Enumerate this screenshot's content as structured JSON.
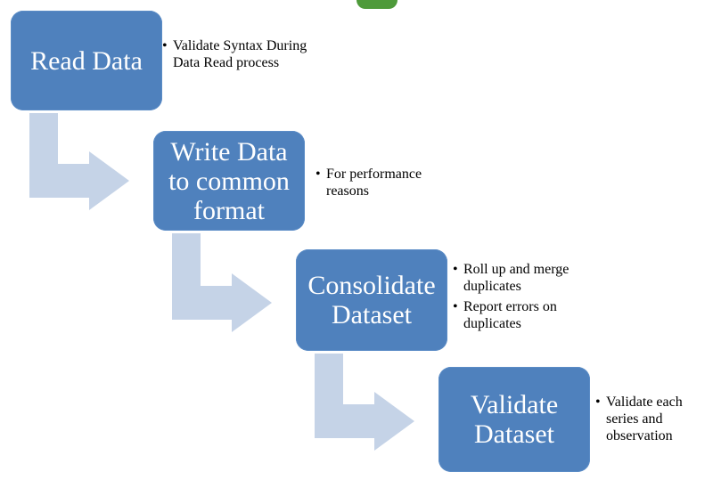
{
  "steps": [
    {
      "label": "Read Data",
      "notes": [
        "Validate Syntax During Data Read process"
      ]
    },
    {
      "label": "Write Data to common format",
      "notes": [
        "For performance reasons"
      ]
    },
    {
      "label": "Consolidate Dataset",
      "notes": [
        "Roll up and merge duplicates",
        "Report errors on duplicates"
      ]
    },
    {
      "label": "Validate Dataset",
      "notes": [
        "Validate each series and observation"
      ]
    }
  ],
  "colors": {
    "box_fill": "#4f81bd",
    "box_text": "#ffffff",
    "arrow_fill": "#c5d3e7",
    "note_text": "#000000"
  }
}
